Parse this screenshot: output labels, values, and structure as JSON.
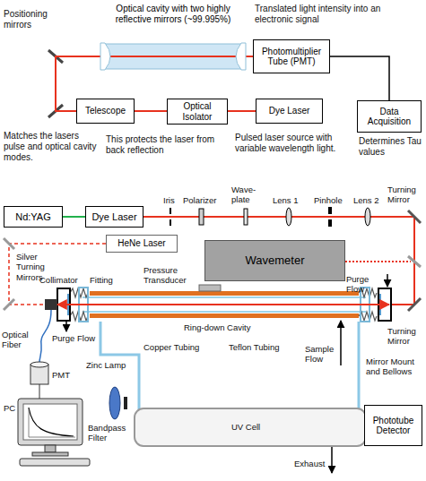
{
  "diagram": {
    "nodes": [
      {
        "text": [
          "Optical cavity with two highly reflective mirrors (~99.995%)"
        ]
      },
      {
        "text": [
          "Photomultiplier Tube (PMT)"
        ]
      },
      {
        "text": [
          "Data Acquisition"
        ]
      },
      {
        "text": [
          "Telescope"
        ]
      },
      {
        "text": [
          "Optical Isolator"
        ]
      },
      {
        "text": [
          "Dye Laser"
        ]
      },
      {
        "text": [
          "Nd:YAG"
        ]
      },
      {
        "text": [
          "Dye Laser"
        ]
      },
      {
        "text": [
          "HeNe Laser"
        ]
      },
      {
        "text": [
          "Wavemeter"
        ]
      },
      {
        "text": [
          "Phototube Detector"
        ]
      }
    ],
    "edges": [
      {
        "from": 5,
        "to": 4,
        "arrow": "none"
      },
      {
        "from": 4,
        "to": 3,
        "arrow": "none"
      },
      {
        "from": 3,
        "to": 0,
        "arrow": "none"
      },
      {
        "from": 0,
        "to": 1,
        "arrow": "none"
      },
      {
        "from": 1,
        "to": 2,
        "arrow": "none"
      },
      {
        "from": 6,
        "to": 7,
        "arrow": "none"
      }
    ],
    "labels": [
      "Positioning mirrors",
      "Translated light intensity into an electronic signal",
      "Determines Tau values",
      "Matches the lasers pulse and optical cavity modes.",
      "This protects the laser from back reflection",
      "Pulsed laser source with variable wavelength light.",
      "Iris",
      "Polarizer",
      "Wave-plate",
      "Lens 1",
      "Pinhole",
      "Lens 2",
      "Turning Mirror",
      "Silver Turning Mirrors",
      "Collimator",
      "Fitting",
      "Pressure Transducer",
      "Purge Flow",
      "Optical Fiber",
      "Purge Flow",
      "PMT",
      "PC",
      "Zinc Lamp",
      "Bandpass Filter",
      "Copper Tubing",
      "Teflon Tubing",
      "Sample Flow",
      "Ring-down Cavity",
      "Mirror Mount and Bellows",
      "Turning Mirror",
      "UV Cell",
      "Exhaust"
    ]
  }
}
